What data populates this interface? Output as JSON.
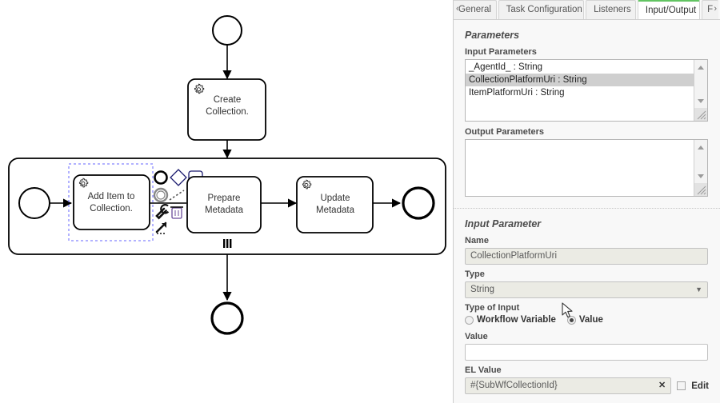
{
  "panel": {
    "tabs": [
      {
        "label": "General",
        "active": false,
        "clipped": "left"
      },
      {
        "label": "Task Configuration",
        "active": false,
        "clipped": "none"
      },
      {
        "label": "Listeners",
        "active": false,
        "clipped": "none"
      },
      {
        "label": "Input/Output",
        "active": true,
        "clipped": "none"
      },
      {
        "label": "F",
        "active": false,
        "clipped": "right"
      }
    ],
    "scroll_left_arrow": "‹",
    "scroll_right_arrow": "›",
    "parameters": {
      "title": "Parameters",
      "input_label": "Input Parameters",
      "input_items": [
        {
          "text": "_AgentId_ : String",
          "selected": false
        },
        {
          "text": "CollectionPlatformUri : String",
          "selected": true
        },
        {
          "text": "ItemPlatformUri : String",
          "selected": false
        }
      ],
      "output_label": "Output Parameters",
      "output_items": []
    },
    "input_parameter": {
      "title": "Input Parameter",
      "name_label": "Name",
      "name_value": "CollectionPlatformUri",
      "type_label": "Type",
      "type_value": "String",
      "type_options": [
        "String"
      ],
      "type_of_input_label": "Type of Input",
      "radio_workflow_variable": "Workflow Variable",
      "radio_value": "Value",
      "selected_input_type": "Value",
      "value_label": "Value",
      "value_value": "",
      "el_value_label": "EL Value",
      "el_value_value": "#{SubWfCollectionId}",
      "el_clear_glyph": "✕",
      "edit_label": "Edit",
      "edit_checked": false
    },
    "accent_color": "#62c462"
  },
  "diagram": {
    "start_event": "",
    "tasks": [
      {
        "id": "create-collection",
        "label_line1": "Create",
        "label_line2": "Collection.",
        "icon": "gear-service-icon"
      },
      {
        "id": "add-item-to-collection",
        "label_line1": "Add Item to",
        "label_line2": "Collection.",
        "icon": "gear-service-icon",
        "selected": true
      },
      {
        "id": "prepare-metadata",
        "label_line1": "Prepare",
        "label_line2": "Metadata",
        "icon": "none"
      },
      {
        "id": "update-metadata",
        "label_line1": "Update",
        "label_line2": "Metadata",
        "icon": "gear-service-icon"
      }
    ],
    "subprocess": {
      "marker": "parallel-multi-instance"
    },
    "context_pad": [
      "append-end-event-icon",
      "append-gateway-icon",
      "append-task-icon",
      "append-intermediate-event-icon",
      "connect-icon",
      "append-text-annotation-icon",
      "wrench-icon",
      "trash-icon",
      "connect-tool-icon"
    ],
    "stroke_color": "#000000",
    "label_color": "#333333",
    "selection_color": "#6666ff"
  }
}
